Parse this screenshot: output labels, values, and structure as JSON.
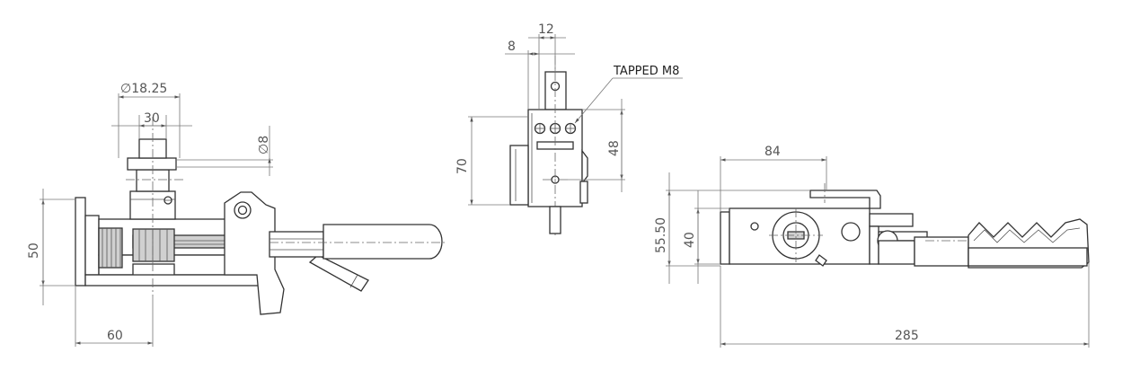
{
  "dimensions": {
    "side_view": {
      "diameter_shaft": "∅18.25",
      "width_30": "30",
      "diameter_8": "∅8",
      "height_50": "50",
      "length_60": "60"
    },
    "end_view": {
      "width_12": "12",
      "width_8": "8",
      "height_70": "70",
      "height_48": "48",
      "tapped_note": "TAPPED M8"
    },
    "top_view": {
      "length_84": "84",
      "height_55_50": "55.50",
      "height_40": "40",
      "length_285": "285"
    }
  }
}
